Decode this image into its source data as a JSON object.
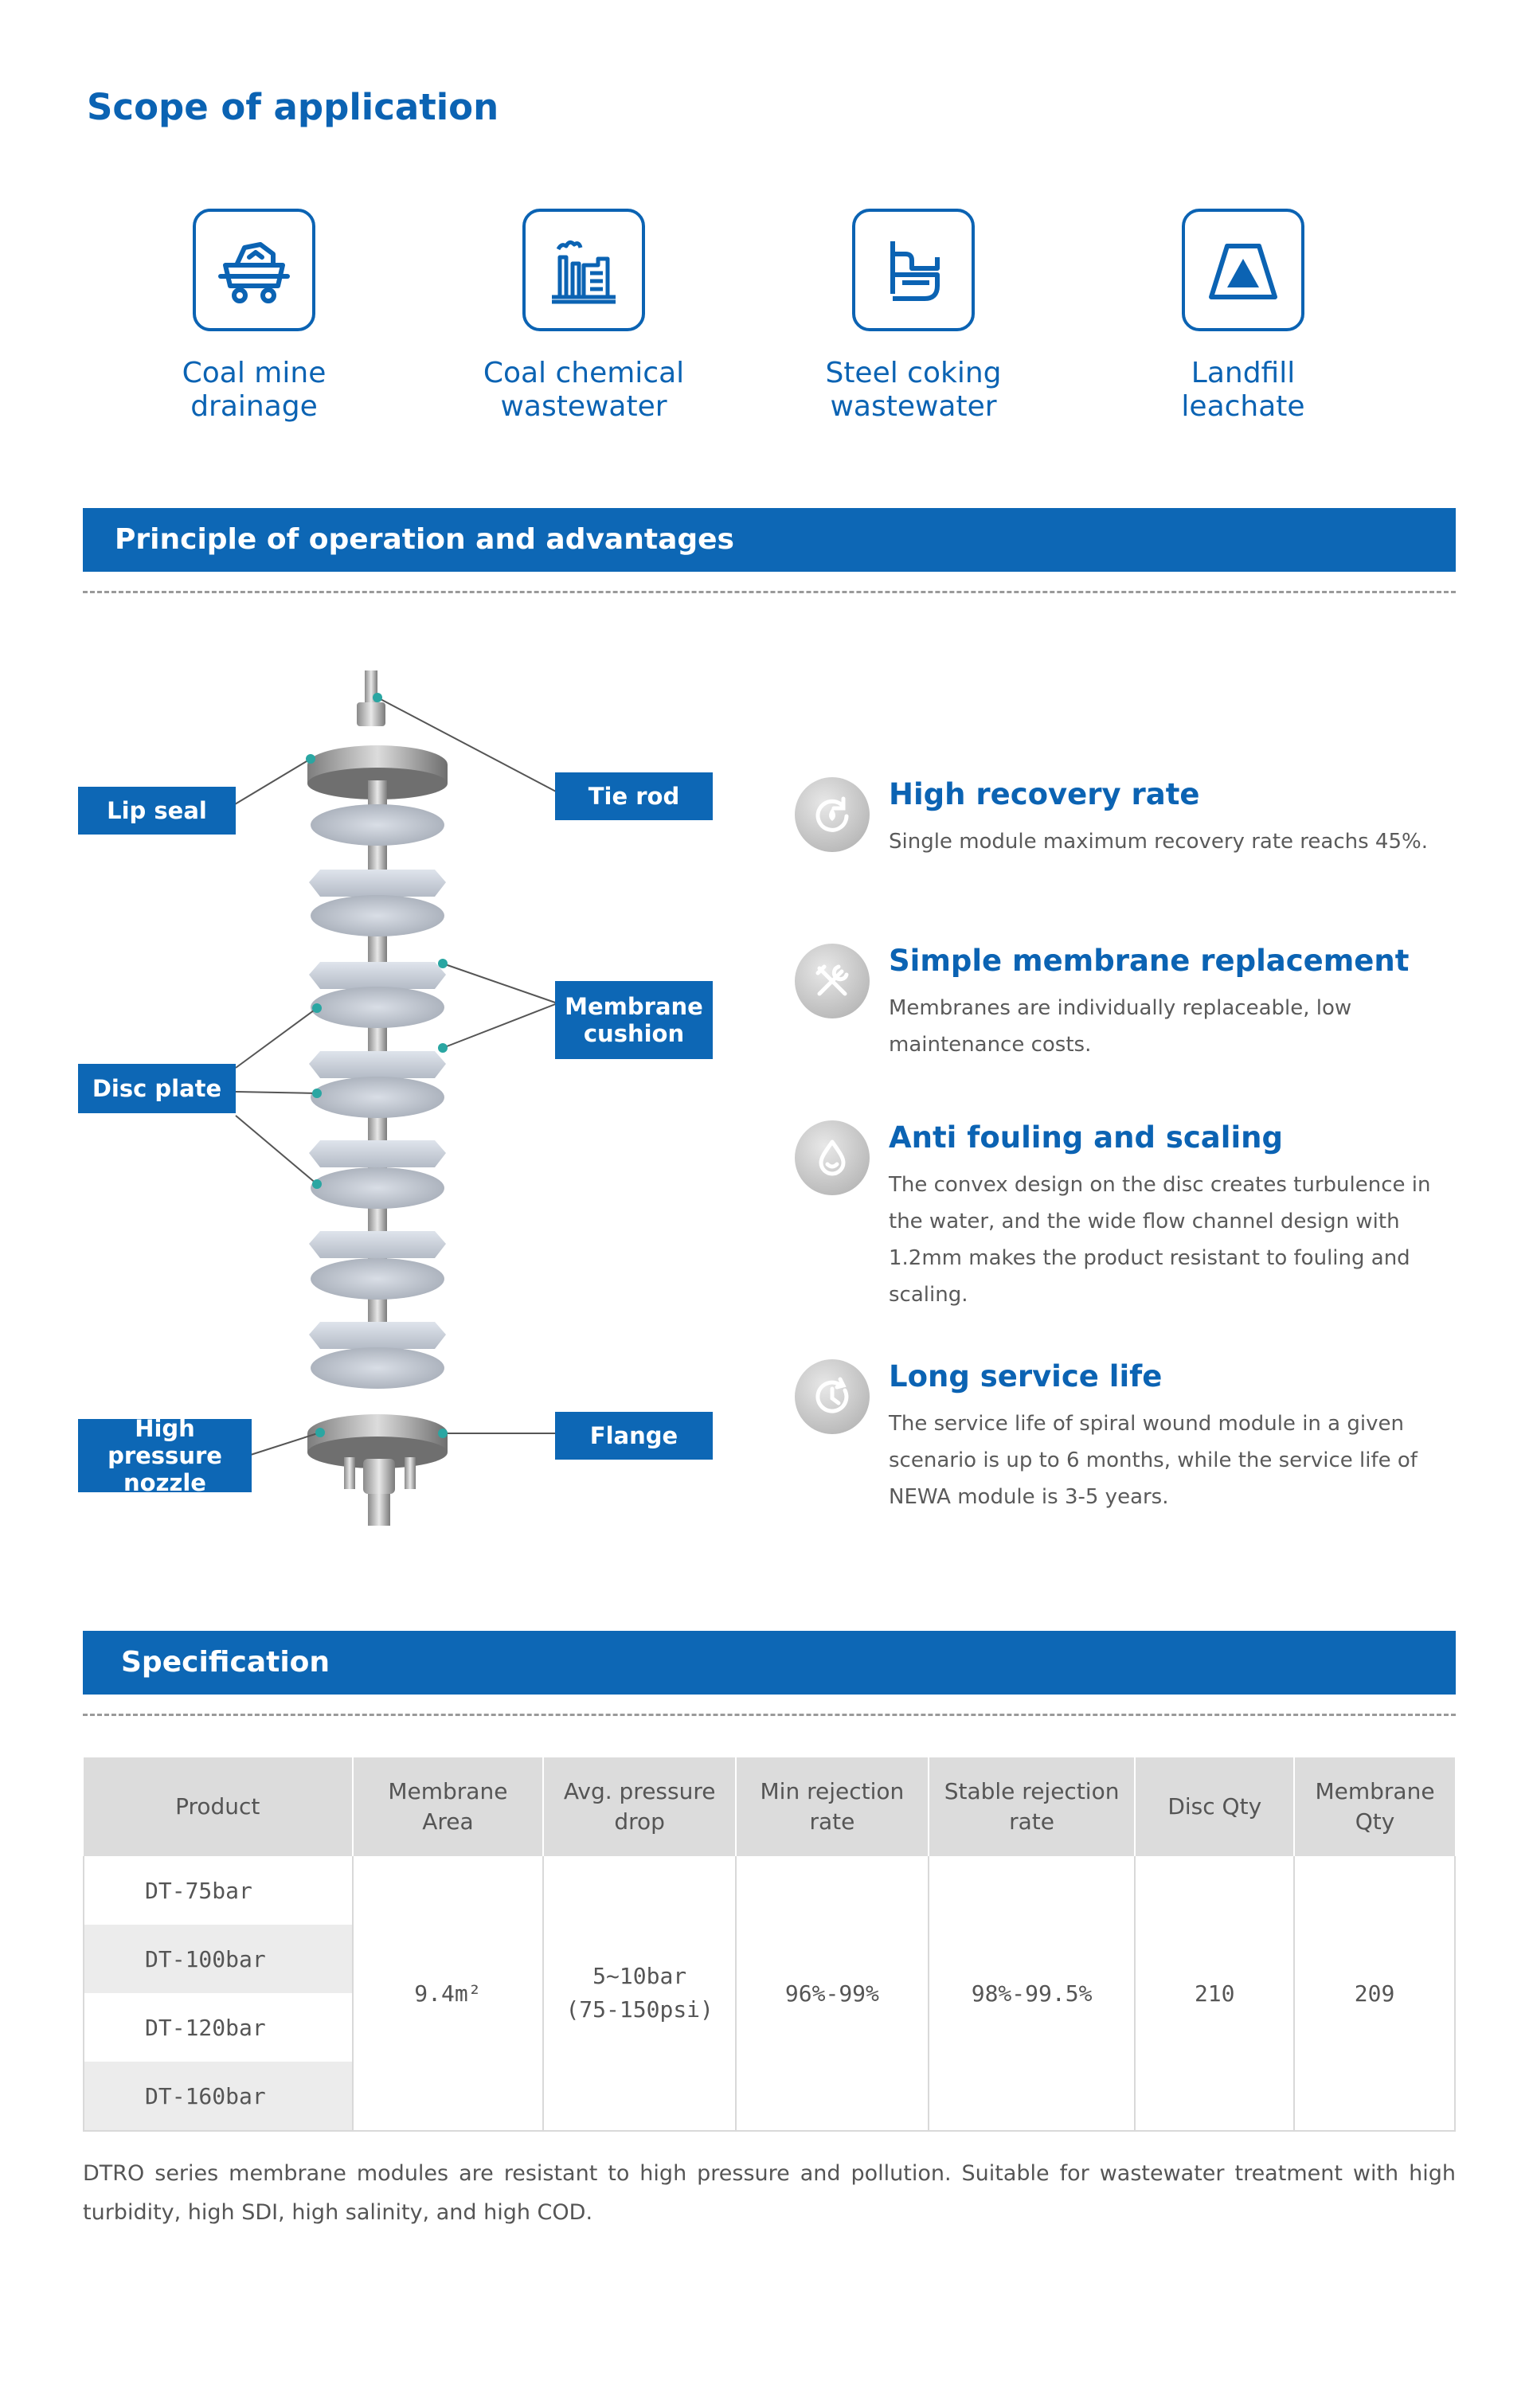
{
  "scope": {
    "title": "Scope of application",
    "items": [
      {
        "line1": "Coal mine",
        "line2": "drainage",
        "icon": "mine-cart-icon"
      },
      {
        "line1": "Coal chemical",
        "line2": "wastewater",
        "icon": "factory-icon"
      },
      {
        "line1": "Steel coking",
        "line2": "wastewater",
        "icon": "coking-equipment-icon"
      },
      {
        "line1": "Landfill",
        "line2": "leachate",
        "icon": "landfill-icon"
      }
    ]
  },
  "principle": {
    "title": "Principle of operation and advantages",
    "callouts": {
      "lip_seal": "Lip seal",
      "tie_rod": "Tie rod",
      "membrane_cushion": "Membrane cushion",
      "disc_plate": "Disc plate",
      "high_pressure_nozzle": "High pressure nozzle",
      "flange": "Flange"
    },
    "advantages": [
      {
        "title": "High recovery rate",
        "desc": "Single module maximum recovery rate reachs 45%.",
        "icon": "recovery-icon"
      },
      {
        "title": "Simple membrane replacement",
        "desc": "Membranes are individually replaceable, low maintenance costs.",
        "icon": "tools-icon"
      },
      {
        "title": "Anti fouling and scaling",
        "desc": "The convex design on the disc creates turbulence in the water, and the wide flow channel design with 1.2mm makes the product resistant to fouling and scaling.",
        "icon": "water-drop-icon"
      },
      {
        "title": "Long service life",
        "desc": "The service life of spiral wound module in a given scenario is up to 6 months, while the service life of NEWA module is 3-5 years.",
        "icon": "clock-icon"
      }
    ]
  },
  "specification": {
    "title": "Specification",
    "headers": {
      "product": "Product",
      "area": "Membrane Area",
      "pressure": "Avg. pressure drop",
      "min_rejection": "Min rejection rate",
      "stable_rejection": "Stable rejection rate",
      "disc_qty": "Disc Qty",
      "membrane_qty": "Membrane Qty"
    },
    "products": [
      "DT-75bar",
      "DT-100bar",
      "DT-120bar",
      "DT-160bar"
    ],
    "area": "9.4m²",
    "pressure": "5~10bar (75-150psi)",
    "min_rejection": "96%-99%",
    "stable_rejection": "98%-99.5%",
    "disc_qty": "210",
    "membrane_qty": "209"
  },
  "footer": "DTRO series membrane modules are resistant to high pressure and pollution. Suitable for wastewater treatment with high turbidity, high SDI, high salinity, and high COD.",
  "colors": {
    "accent": "#0b63b3",
    "bar": "#0d67b5",
    "text": "#555555"
  }
}
